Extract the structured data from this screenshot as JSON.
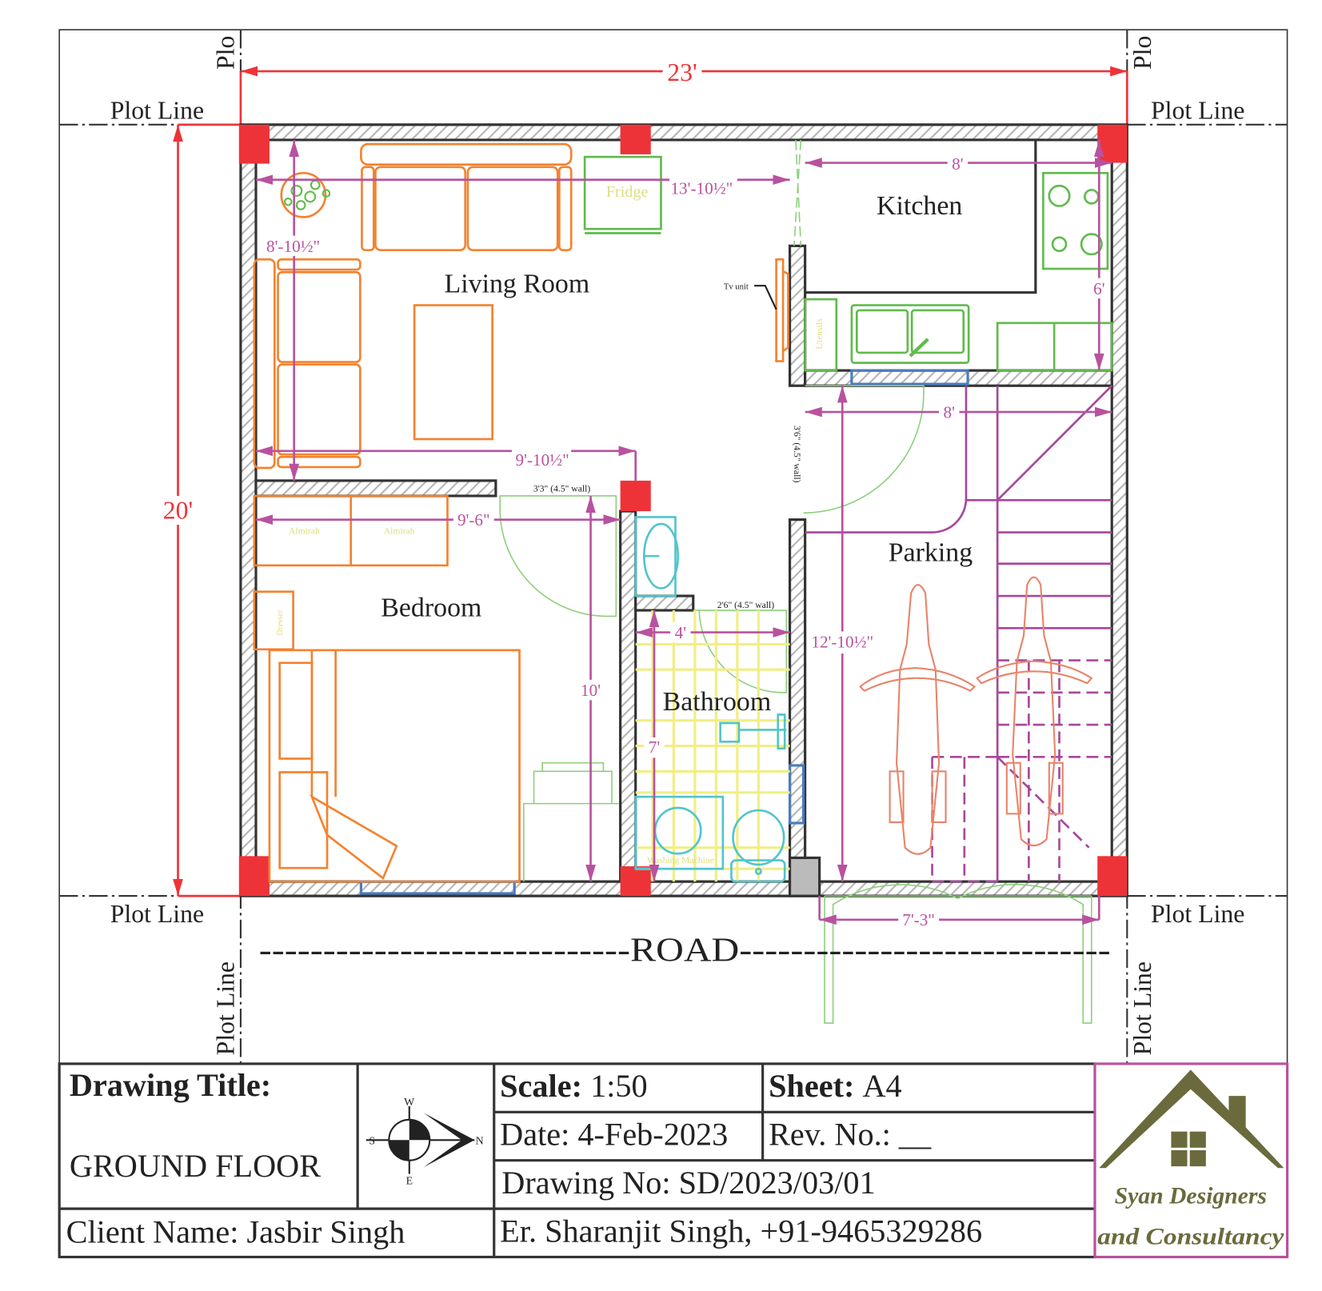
{
  "plan": {
    "plot_line_label": "Plot Line",
    "plot_line_cut": "Plo",
    "overall_width": "23'",
    "overall_depth": "20'",
    "road_label": "-----------------------------ROAD-----------------------------",
    "rooms": {
      "living": "Living Room",
      "kitchen": "Kitchen",
      "bedroom": "Bedroom",
      "bathroom": "Bathroom",
      "parking": "Parking"
    },
    "furniture": {
      "fridge": "Fridge",
      "tv_unit": "Tv unit",
      "utensils": "Utensils",
      "almirah": "Almirah",
      "dresser": "Dresser",
      "washing_machine": "Washing Machine"
    },
    "dimensions": {
      "living_width": "13'-10½\"",
      "living_depth": "8'-10½\"",
      "living_inner": "9'-10½\"",
      "kitchen_width": "8'",
      "kitchen_depth": "6'",
      "parking_width": "8'",
      "parking_depth": "12'-10½\"",
      "bedroom_width": "9'-6\"",
      "bedroom_depth": "10'",
      "bath_width": "4'",
      "bath_depth": "7'",
      "gate_width": "7'-3\"",
      "wall_note_1": "3'3\" (4.5\" wall)",
      "wall_note_2": "2'6\" (4.5\" wall)",
      "wall_note_3": "3'6\" (4.5\" wall)"
    }
  },
  "title_block": {
    "drawing_title_label": "Drawing Title:",
    "drawing_title": "GROUND FLOOR",
    "scale_label": "Scale:",
    "scale": "1:50",
    "sheet_label": "Sheet:",
    "sheet": "A4",
    "date_label": "Date:",
    "date": "4-Feb-2023",
    "rev_label": "Rev. No.:",
    "rev": "__",
    "drawing_no_label": "Drawing No:",
    "drawing_no": "SD/2023/03/01",
    "client_label": "Client Name:",
    "client": "Jasbir Singh",
    "engineer": "Er. Sharanjit Singh, +91-9465329286",
    "compass": {
      "w": "W",
      "s": "S",
      "e": "E",
      "n": "N"
    },
    "logo_line1": "Syan Designers",
    "logo_line2": "and Consultancy"
  },
  "colors": {
    "dimension": "#b8529f",
    "column": "#ee3338",
    "furniture": "#f4822f",
    "kitchen": "#5fbb4b",
    "sanitary": "#52c4cc",
    "logo": "#6b6a3c"
  }
}
